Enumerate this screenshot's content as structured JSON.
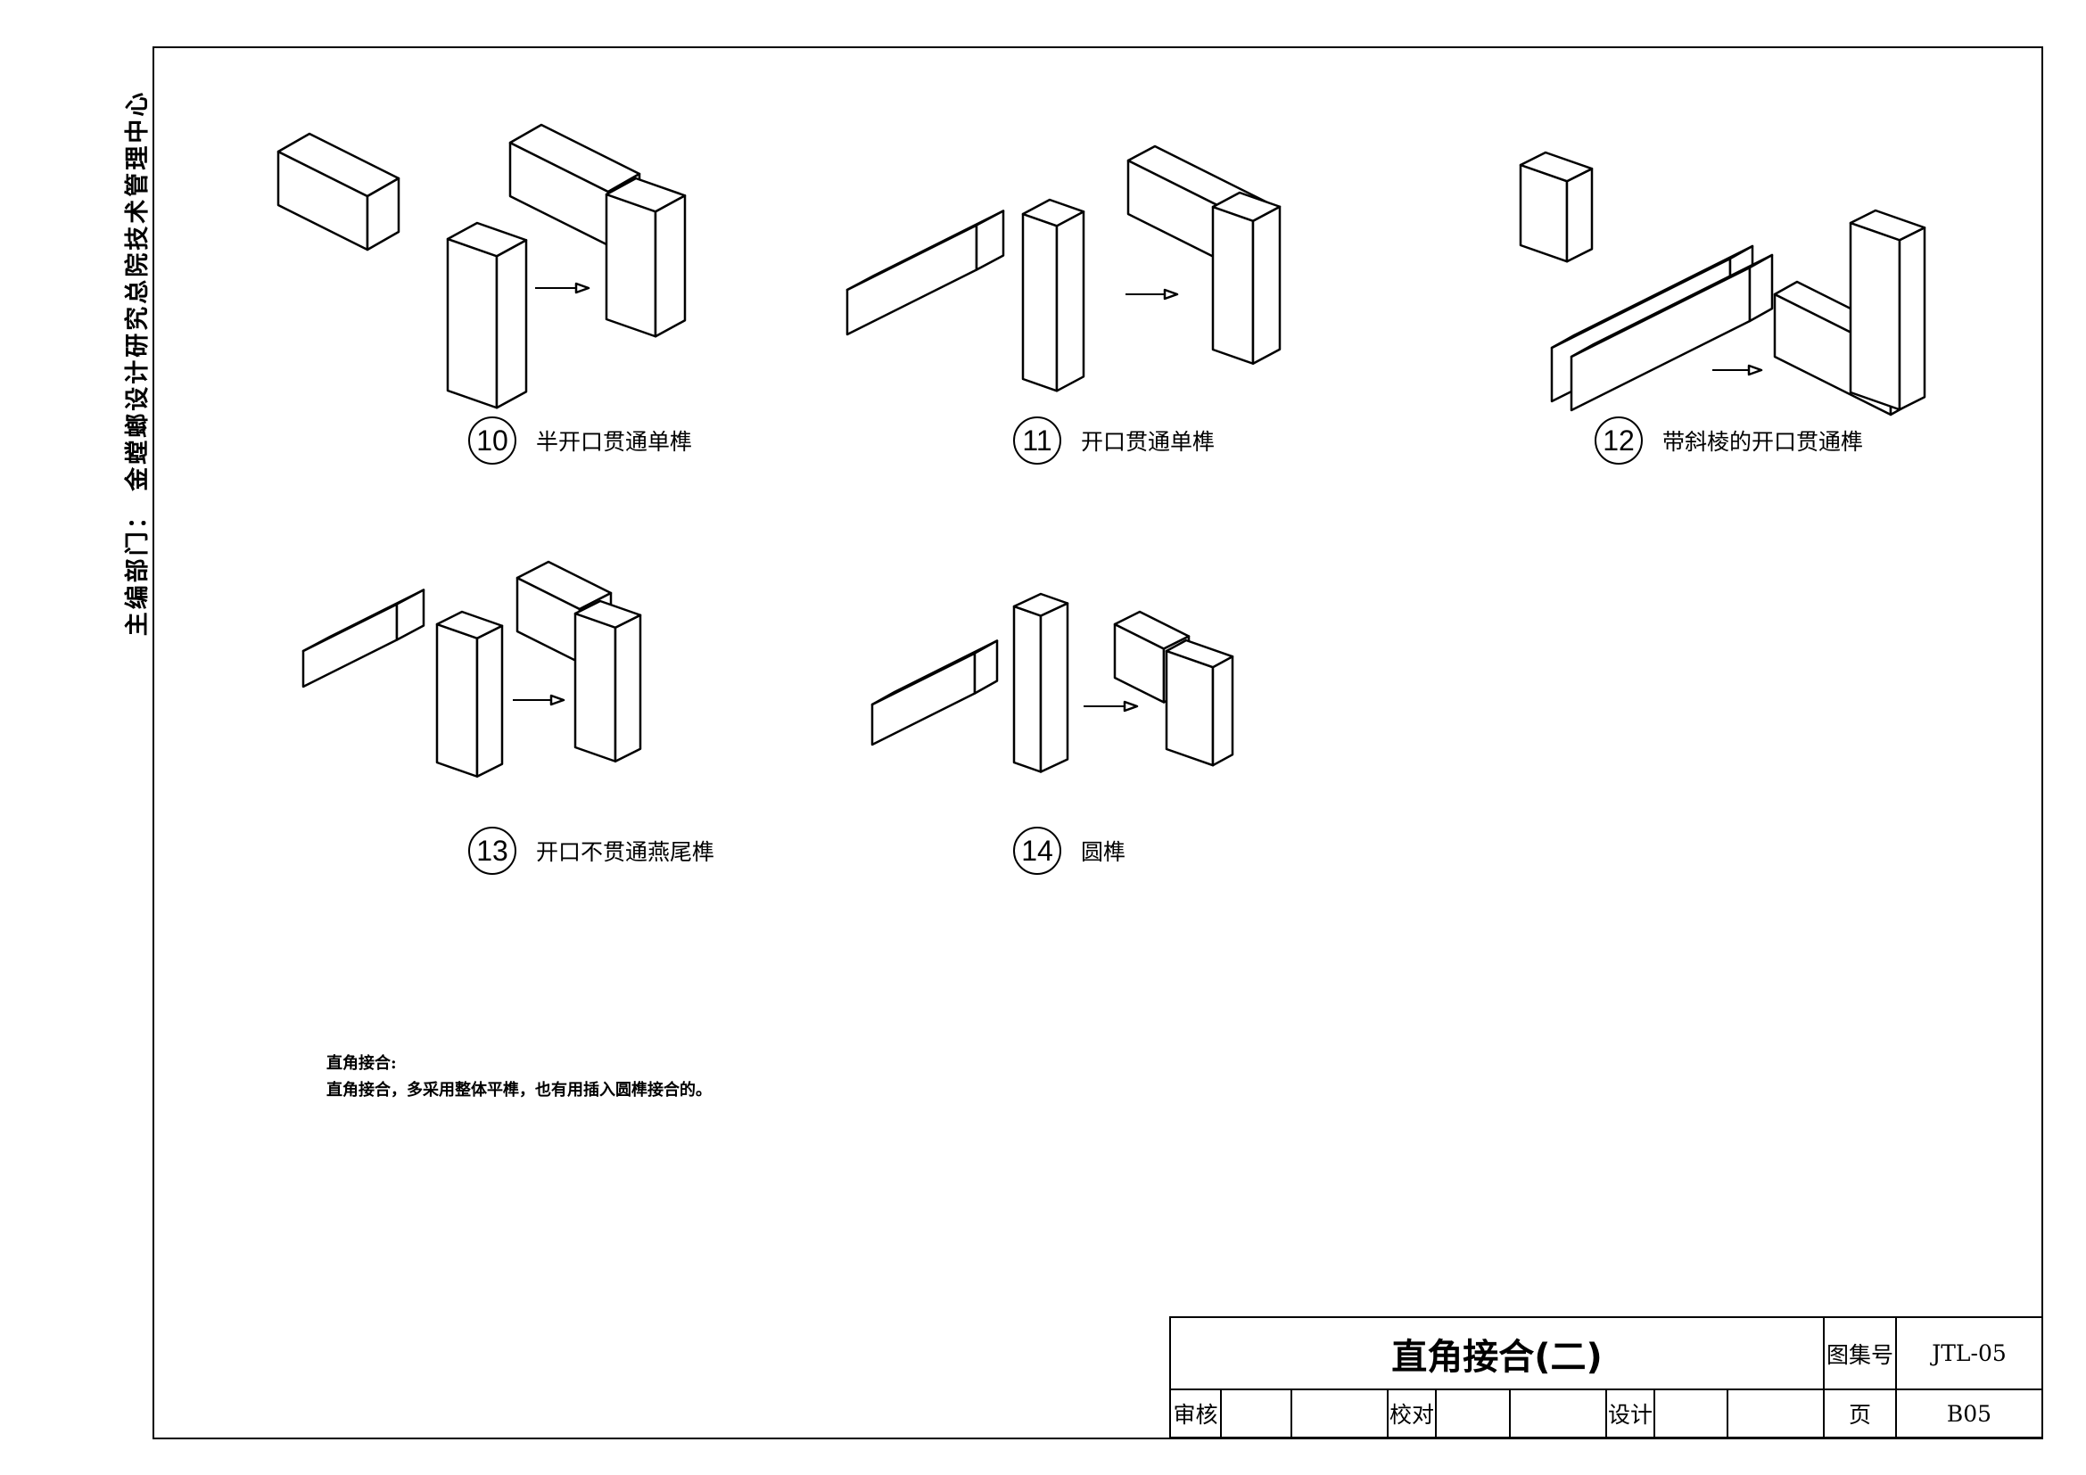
{
  "side_text": "主编部门：  金螳螂设计研究总院技术管理中心",
  "figures": [
    {
      "num": "10",
      "label": "半开口贯通单榫"
    },
    {
      "num": "11",
      "label": "开口贯通单榫"
    },
    {
      "num": "12",
      "label": "带斜棱的开口贯通榫"
    },
    {
      "num": "13",
      "label": "开口不贯通燕尾榫"
    },
    {
      "num": "14",
      "label": "圆榫"
    }
  ],
  "notes": {
    "heading": "直角接合:",
    "body": "直角接合，多采用整体平榫，也有用插入圆榫接合的。"
  },
  "title_block": {
    "title": "直角接合(二)",
    "atlas_label": "图集号",
    "atlas_value": "JTL-05",
    "review_label": "审核",
    "check_label": "校对",
    "design_label": "设计",
    "page_label": "页",
    "page_value": "B05"
  }
}
